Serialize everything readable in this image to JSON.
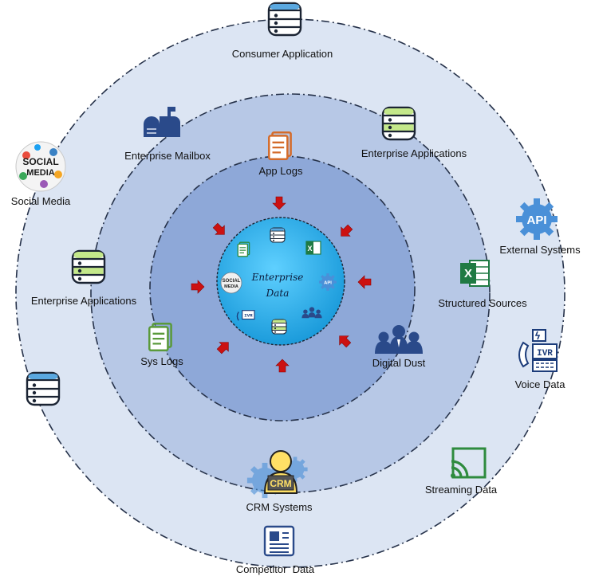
{
  "core": {
    "line1": "Enterprise",
    "line2": "Data"
  },
  "inner_ring": {
    "app_logs": "App Logs",
    "sys_logs": "Sys Logs",
    "digital_dust": "Digital Dust"
  },
  "middle_ring": {
    "enterprise_mailbox": "Enterprise Mailbox",
    "enterprise_applications_top": "Enterprise Applications",
    "enterprise_applications_left": "Enterprise Applications",
    "structured_sources": "Structured Sources",
    "crm_systems": "CRM Systems"
  },
  "outer_ring": {
    "consumer_application": "Consumer Application",
    "social_media": "Social Media",
    "external_systems": "External Systems",
    "voice_data": "Voice Data",
    "streaming_data": "Streaming Data",
    "competitor_data": "Competitor  Data"
  },
  "icon_text": {
    "api": "API",
    "ivr": "IVR",
    "crm": "CRM",
    "x": "X",
    "social": "SOCIAL",
    "media": "MEDIA"
  },
  "colors": {
    "outer_ring": "#dce5f3",
    "middle_ring": "#b7c8e6",
    "inner_ring": "#8ea8d8",
    "core": "#21a9e5",
    "arrow": "#cc1111",
    "database": "#5aa8e0",
    "database_green": "#c4e88a",
    "log_orange": "#d46b2a",
    "log_green": "#5a9a3b",
    "excel_green": "#1f7a43",
    "navy": "#2a4a8a"
  },
  "icons": [
    "database-icon",
    "mailbox-icon",
    "document-icon",
    "social-media-icon",
    "api-gear-icon",
    "excel-icon",
    "ivr-phone-icon",
    "streaming-icon",
    "crm-gear-icon",
    "newspaper-icon",
    "people-group-icon",
    "arrow-icon"
  ]
}
